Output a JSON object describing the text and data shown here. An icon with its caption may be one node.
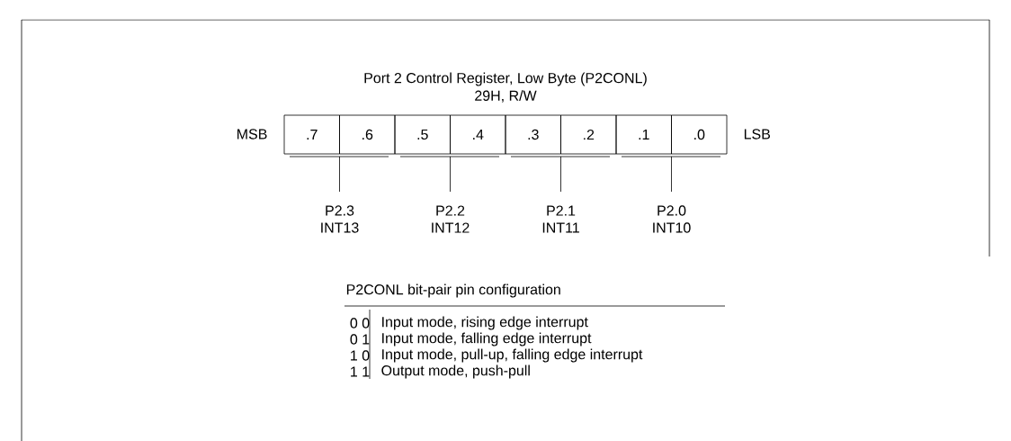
{
  "diagram": {
    "title": "Port 2 Control Register, Low Byte (P2CONL)",
    "nodes": [
      {
        "text": [
          ".7"
        ]
      },
      {
        "text": [
          ".6"
        ]
      },
      {
        "text": [
          ".5"
        ]
      },
      {
        "text": [
          ".4"
        ]
      },
      {
        "text": [
          ".3"
        ]
      },
      {
        "text": [
          ".2"
        ]
      },
      {
        "text": [
          ".1"
        ]
      },
      {
        "text": [
          ".0"
        ]
      }
    ],
    "labels": [
      "29H, R/W",
      "MSB",
      "LSB",
      "P2.3",
      "INT13",
      "P2.2",
      "INT12",
      "P2.1",
      "INT11",
      "P2.0",
      "INT10",
      "P2CONL bit-pair pin configuration",
      "0 0",
      "Input mode, rising edge interrupt",
      "0 1",
      "Input mode, falling edge interrupt",
      "1 0",
      "Input mode, pull-up, falling edge interrupt",
      "1 1",
      "Output mode, push-pull"
    ]
  }
}
